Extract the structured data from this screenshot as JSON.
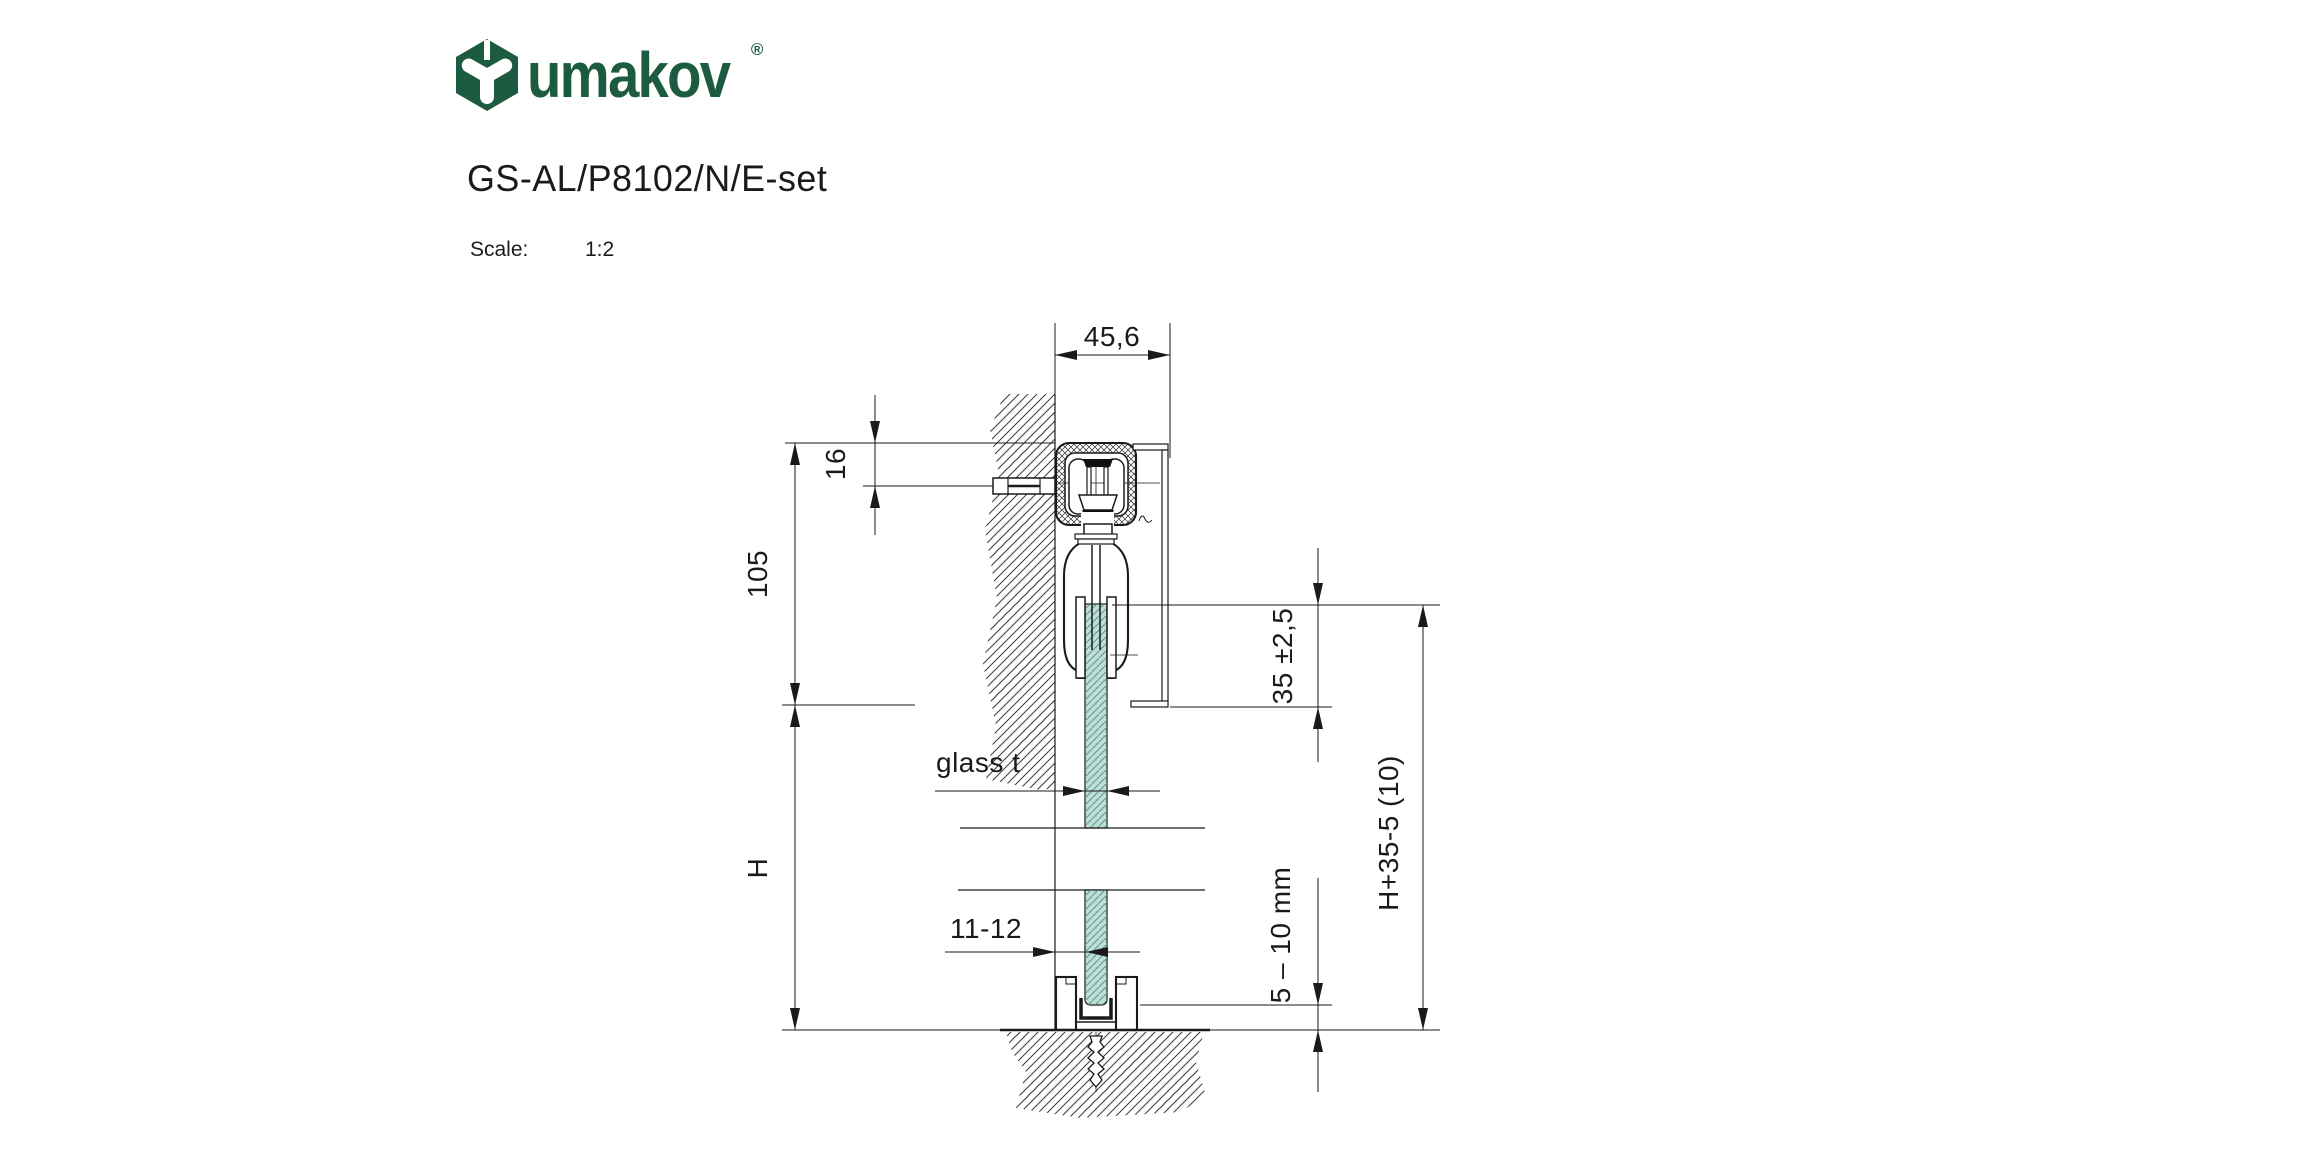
{
  "header": {
    "logo_text": "umakov",
    "registered_mark": "®"
  },
  "title": "GS-AL/P8102/N/E-set",
  "scale": {
    "label": "Scale:",
    "value": "1:2"
  },
  "drawing": {
    "dimensions": {
      "top_width": "45,6",
      "wall_anchor_offset": "16",
      "header_height": "105",
      "door_height": "H",
      "glass_thickness_label": "glass t",
      "wall_to_glass": "11-12",
      "top_engagement": "35 ±2,5",
      "glass_panel_height": "H+35-5 (10)",
      "floor_gap": "5 – 10 mm"
    },
    "colors": {
      "logo_green": "#1d5b41",
      "glass_teal": "#bedfd7",
      "line": "#1a1a1a"
    }
  }
}
